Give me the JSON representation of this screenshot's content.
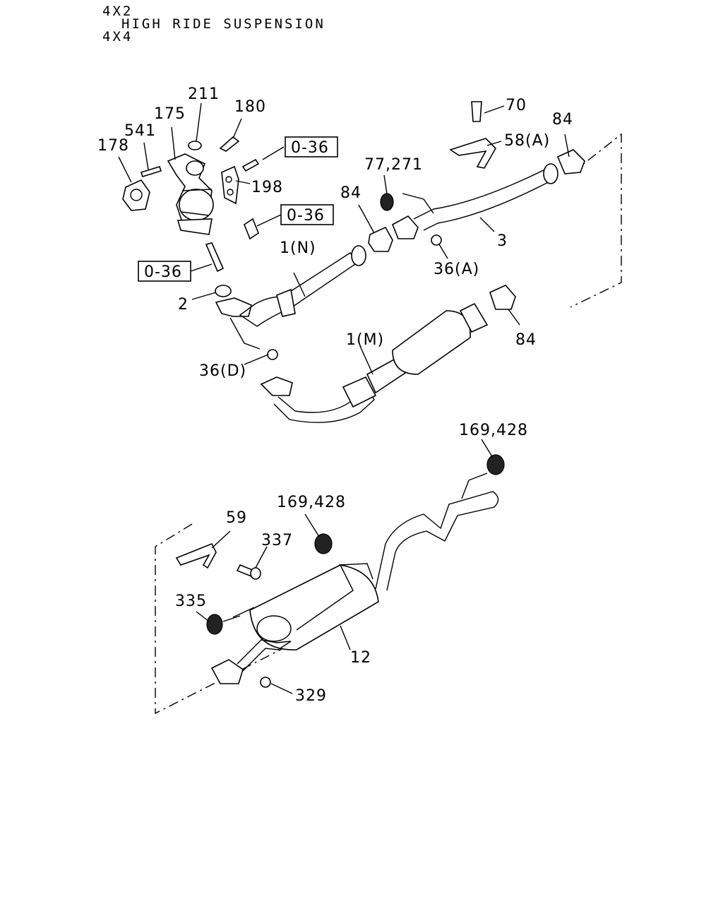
{
  "header": {
    "line1": "4X2",
    "line2": "HIGH RIDE SUSPENSION",
    "line3": "4X4"
  },
  "refs": {
    "r1": "0-36",
    "r2": "0-36",
    "r3": "0-36"
  },
  "labels": {
    "l211": "211",
    "l180": "180",
    "l175": "175",
    "l541": "541",
    "l178": "178",
    "l198": "198",
    "l70": "70",
    "l58a": "58(A)",
    "l84a": "84",
    "l77": "77,271",
    "l84b": "84",
    "l3": "3",
    "l36a": "36(A)",
    "l1n": "1(N)",
    "l2": "2",
    "l84c": "84",
    "l1m": "1(M)",
    "l36d": "36(D)",
    "l169a": "169,428",
    "l169b": "169,428",
    "l59": "59",
    "l337": "337",
    "l335": "335",
    "l12": "12",
    "l329": "329"
  }
}
